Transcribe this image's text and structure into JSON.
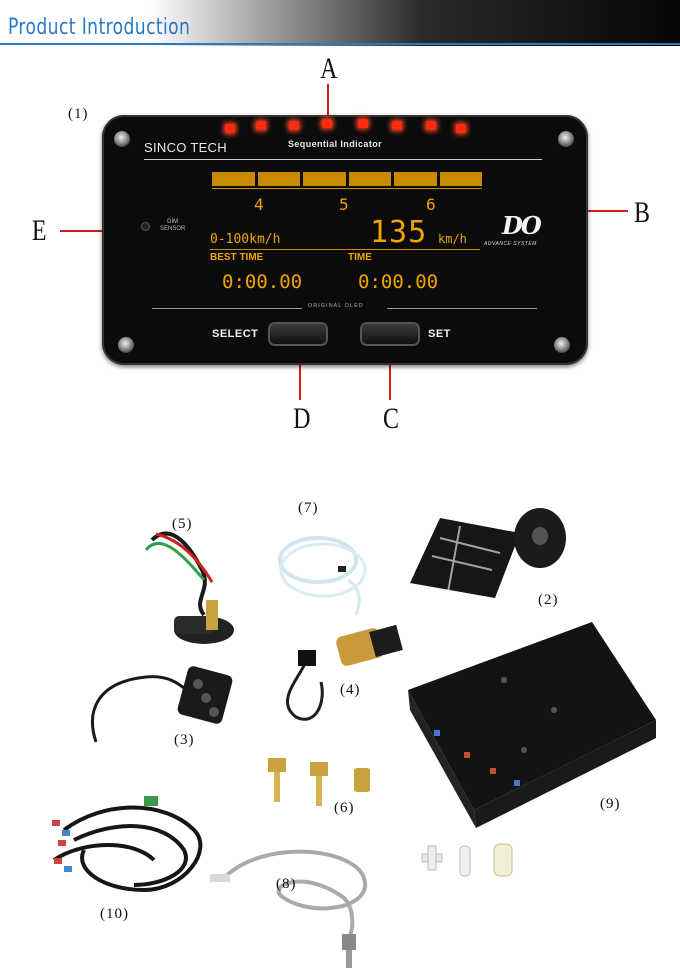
{
  "header": {
    "title": "Product Introduction"
  },
  "callouts": {
    "a": "A",
    "b": "B",
    "c": "C",
    "d": "D",
    "e": "E"
  },
  "gauge": {
    "brand": "SINCO TECH",
    "sequential_label": "Sequential Indicator",
    "gear_labels": [
      "4",
      "5",
      "6"
    ],
    "speed_label": "0-100km/h",
    "speed_value": "135",
    "speed_unit": "km/h",
    "best_time_label": "BEST TIME",
    "time_label": "TIME",
    "best_time_value": "0:00.00",
    "time_value": "0:00.00",
    "dim_label": "DIM",
    "sensor_label": "SENSOR",
    "logo_text": "DO",
    "logo_sub": "ADVANCE SYSTEM",
    "original_oled": "ORIGINAL OLED",
    "select_label": "SELECT",
    "set_label": "SET"
  },
  "parts": {
    "n1": "(1)",
    "n2": "(2)",
    "n3": "(3)",
    "n4": "(4)",
    "n5": "(5)",
    "n6": "(6)",
    "n7": "(7)",
    "n8": "(8)",
    "n9": "(9)",
    "n10": "(10)"
  },
  "colors": {
    "accent": "#2a78c8",
    "led": "#ff2a10",
    "display": "#f0a400",
    "callout_line": "#d51a1a"
  }
}
